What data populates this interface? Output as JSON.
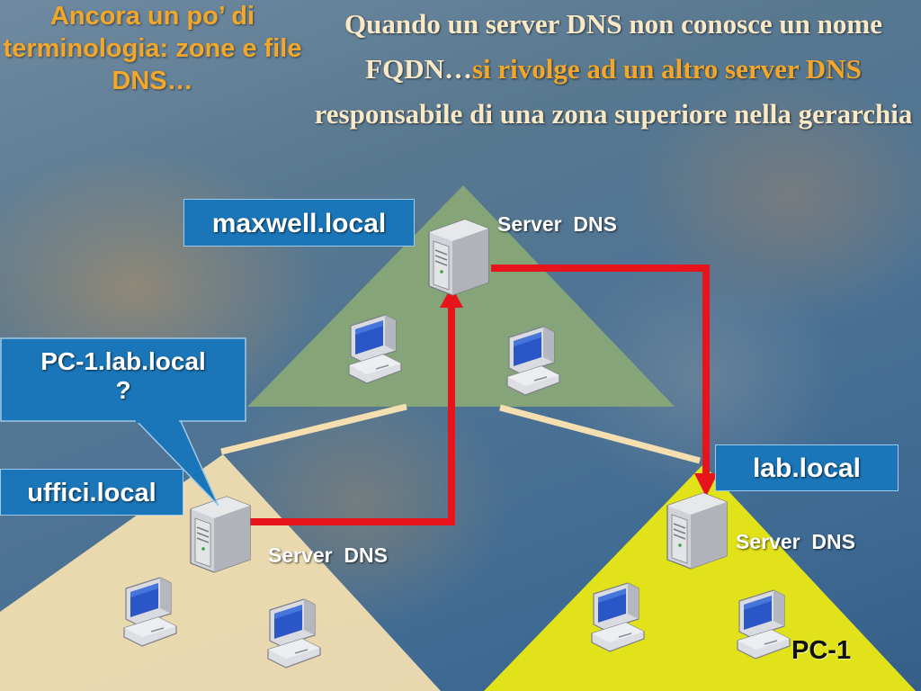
{
  "title": "Ancora un po’ di terminologia: zone e file DNS…",
  "subtitle": {
    "part1": "Quando un server DNS non conosce un nome FQDN…",
    "highlight": "si rivolge ad un altro server DNS",
    "part2": " responsabile di una zona superiore nella gerarchia"
  },
  "zones": {
    "top": "maxwell.local",
    "left": "uffici.local",
    "right": "lab.local"
  },
  "callout": {
    "line1": "PC-1.lab.local",
    "line2": "?"
  },
  "server_labels": {
    "top": "Server  DNS",
    "left": "Server  DNS",
    "right": "Server  DNS"
  },
  "pc_label": "PC-1",
  "colors": {
    "title": "#f2a72a",
    "label_box": "#1a76b8",
    "arrow": "#e8141c",
    "zone_top": "#8aa876",
    "zone_left": "#f2deb0",
    "zone_right": "#e2e21a",
    "connector": "#f5dfb0"
  },
  "icons": [
    "server-icon",
    "computer-icon"
  ]
}
